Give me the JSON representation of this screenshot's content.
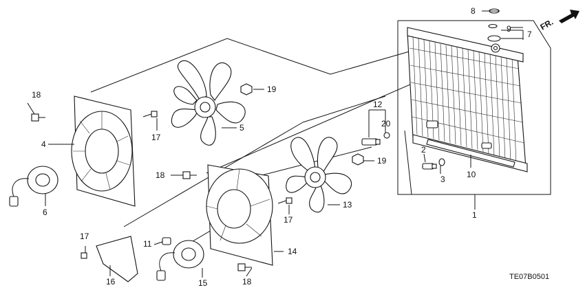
{
  "diagram": {
    "part_code": "TE07B0501",
    "direction_label": "FR.",
    "callouts": [
      "1",
      "2",
      "3",
      "4",
      "5",
      "6",
      "7",
      "8",
      "9",
      "10",
      "11",
      "12",
      "13",
      "14",
      "15",
      "16",
      "17",
      "17",
      "17",
      "18",
      "18",
      "18",
      "19",
      "19",
      "20"
    ]
  }
}
